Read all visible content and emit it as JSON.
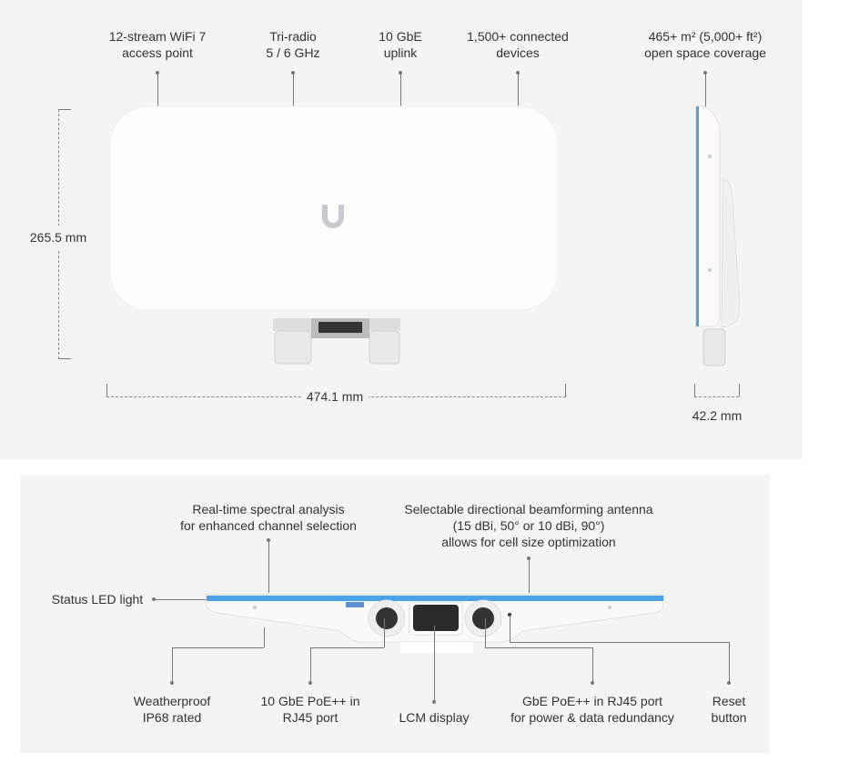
{
  "front_view": {
    "callouts": [
      {
        "line1": "12-stream WiFi 7",
        "line2": "access point"
      },
      {
        "line1": "Tri-radio",
        "line2": "5 / 6 GHz"
      },
      {
        "line1": "10 GbE",
        "line2": "uplink"
      },
      {
        "line1": "1,500+ connected",
        "line2": "devices"
      }
    ],
    "height_label": "265.5 mm",
    "width_label": "474.1 mm"
  },
  "side_view": {
    "callout": {
      "line1": "465+ m² (5,000+ ft²)",
      "line2": "open space coverage"
    },
    "depth_label": "42.2 mm"
  },
  "bottom_view": {
    "top_callouts": [
      {
        "lines": [
          "Real-time spectral analysis",
          "for enhanced channel selection"
        ]
      },
      {
        "lines": [
          "Selectable directional beamforming antenna",
          "(15 dBi, 50° or 10 dBi, 90°)",
          "allows for cell size optimization"
        ]
      }
    ],
    "status_led": "Status LED light",
    "bottom_callouts": [
      {
        "lines": [
          "Weatherproof",
          "IP68 rated"
        ]
      },
      {
        "lines": [
          "10 GbE PoE++ in",
          "RJ45 port"
        ]
      },
      {
        "lines": [
          "LCM display"
        ]
      },
      {
        "lines": [
          "GbE PoE++ in RJ45 port",
          "for power & data redundancy"
        ]
      },
      {
        "lines": [
          "Reset",
          "button"
        ]
      }
    ],
    "accent_color": "#4aa3e8"
  }
}
